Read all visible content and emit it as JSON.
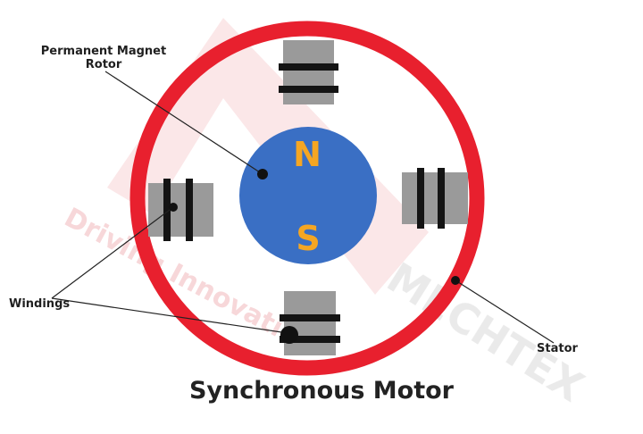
{
  "diagram": {
    "title": "Synchronous Motor",
    "labels": {
      "rotor": [
        "Permanent Magnet",
        "Rotor"
      ],
      "windings": "Windings",
      "stator": "Stator"
    },
    "poles": {
      "north": "N",
      "south": "S"
    },
    "watermark": {
      "brand": "MECHTEX",
      "tagline": "Driving Innovation"
    },
    "colors": {
      "stator_ring": "#e8202e",
      "rotor": "#3a6fc4",
      "pole_letters": "#f5a623",
      "stator_pole": "#9a9a9a",
      "winding": "#141414",
      "watermark": "#f4c9cc"
    }
  }
}
